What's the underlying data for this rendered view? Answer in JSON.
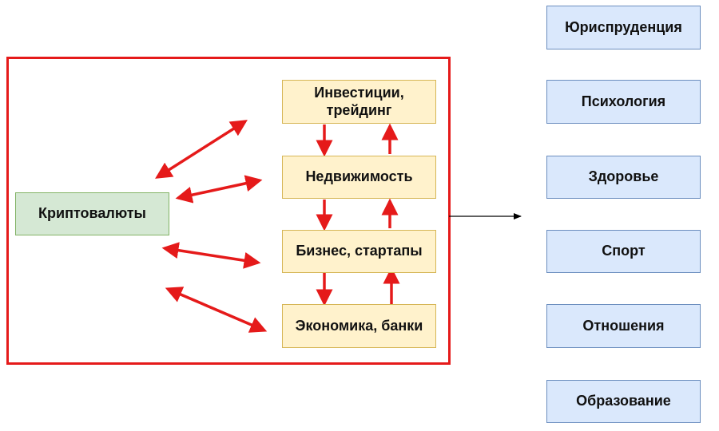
{
  "diagram": {
    "source": {
      "label": "Криптовалюты"
    },
    "chain": [
      {
        "label": "Инвестиции, трейдинг"
      },
      {
        "label": "Недвижимость"
      },
      {
        "label": "Бизнес, стартапы"
      },
      {
        "label": "Экономика, банки"
      }
    ],
    "targets": [
      {
        "label": "Юриспруденция"
      },
      {
        "label": "Психология"
      },
      {
        "label": "Здоровье"
      },
      {
        "label": "Спорт"
      },
      {
        "label": "Отношения"
      },
      {
        "label": "Образование"
      }
    ]
  },
  "colors": {
    "frame": "#e51a1a",
    "arrow": "#e51a1a",
    "connector": "#000000",
    "green_fill": "#d5e8d4",
    "green_stroke": "#82b366",
    "yellow_fill": "#fff2cc",
    "yellow_stroke": "#d6b656",
    "blue_fill": "#dae8fc",
    "blue_stroke": "#6c8ebf"
  }
}
